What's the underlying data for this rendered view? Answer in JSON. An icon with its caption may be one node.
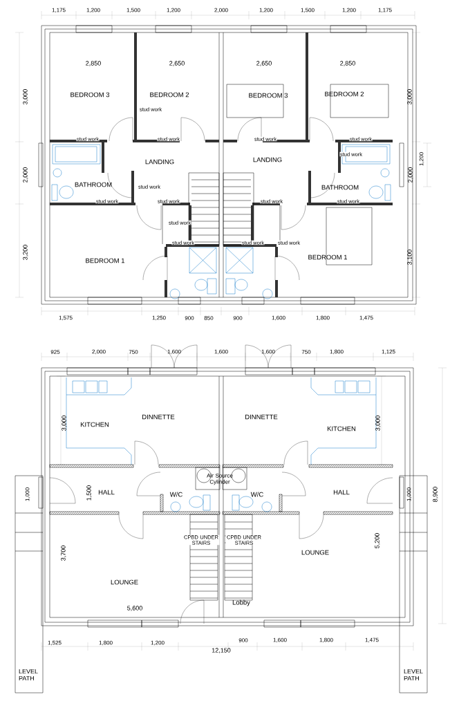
{
  "diagram": {
    "labels": [
      "1,175",
      "1,200",
      "1,500",
      "1,200",
      "2,000",
      "1,200",
      "1,500",
      "1,200",
      "1,175",
      "2,850",
      "2,650",
      "2,650",
      "2,850",
      "3,000",
      "BEDROOM 3",
      "BEDROOM 2",
      "BEDROOM 3",
      "BEDROOM 2",
      "3,000",
      "stud work",
      "stud work",
      "stud work",
      "stud work",
      "stud work",
      "stud work",
      "1,200",
      "2,000",
      "2,000",
      "LANDING",
      "LANDING",
      "BATHROOM",
      "stud work",
      "BATHROOM",
      "stud work",
      "stud work",
      "stud work",
      "stud work",
      "stud work",
      "stud work",
      "stud work",
      "stud work",
      "3,200",
      "BEDROOM 1",
      "BEDROOM 1",
      "3,100",
      "1,575",
      "1,250",
      "900",
      "850",
      "900",
      "1,600",
      "1,800",
      "1,475",
      "925",
      "2,000",
      "750",
      "1,600",
      "1,600",
      "1,600",
      "750",
      "1,800",
      "1,125",
      "3,000",
      "KITCHEN",
      "DINNETTE",
      "DINNETTE",
      "KITCHEN",
      "3,000",
      "Air Source Cylinder",
      "1,000",
      "1,500",
      "HALL",
      "W/C",
      "W/C",
      "HALL",
      "1,000",
      "8,900",
      "CPBD UNDER STAIRS",
      "CPBD UNDER STAIRS",
      "3,700",
      "LOUNGE",
      "5,200",
      "LOUNGE",
      "Lobby",
      "5,600",
      "1,525",
      "1,800",
      "1,200",
      "900",
      "1,600",
      "1,800",
      "1,475",
      "12,150",
      "LEVEL PATH",
      "LEVEL PATH"
    ]
  }
}
